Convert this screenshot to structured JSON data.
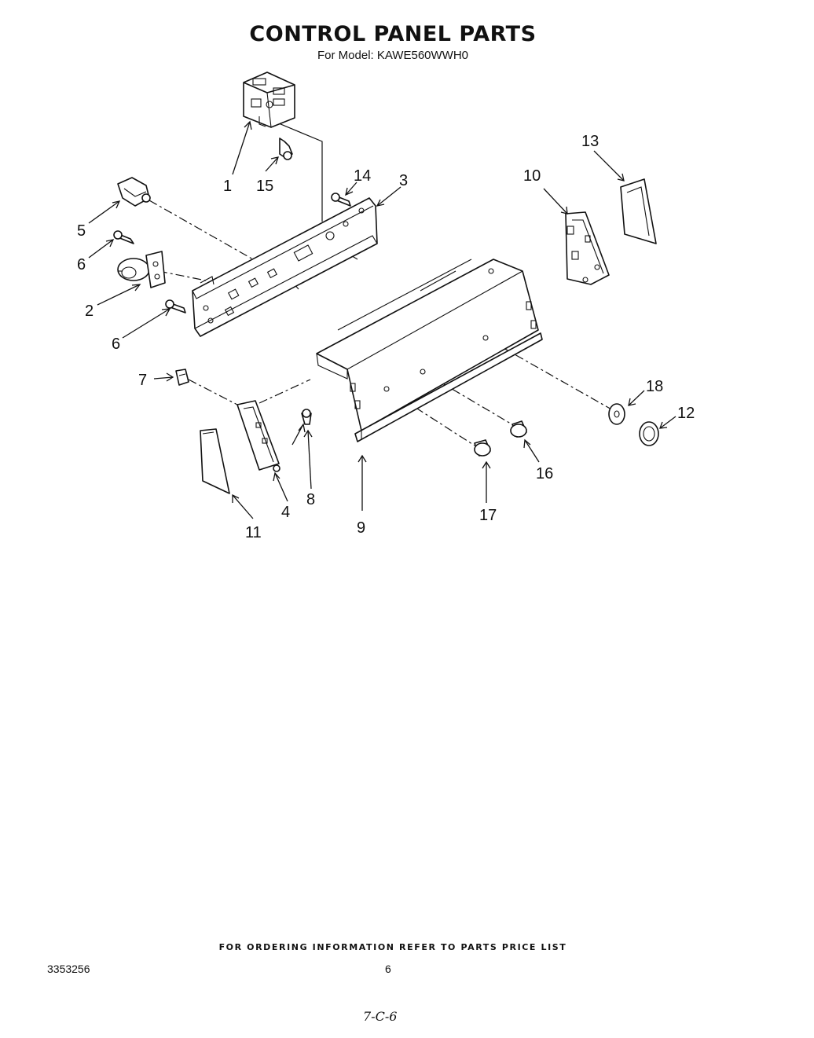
{
  "header": {
    "title": "CONTROL PANEL PARTS",
    "subtitle": "For Model: KAWE560WWH0"
  },
  "callouts": {
    "c1": "1",
    "c2": "2",
    "c3": "3",
    "c4": "4",
    "c5": "5",
    "c6a": "6",
    "c6b": "6",
    "c7": "7",
    "c8": "8",
    "c9": "9",
    "c10": "10",
    "c11": "11",
    "c12": "12",
    "c13": "13",
    "c14": "14",
    "c15": "15",
    "c16": "16",
    "c17": "17",
    "c18": "18"
  },
  "footer": {
    "ordering_note": "FOR ORDERING INFORMATION REFER TO PARTS PRICE LIST",
    "document_number": "3353256",
    "page_number": "6",
    "handwritten_note": "7-C-6"
  }
}
